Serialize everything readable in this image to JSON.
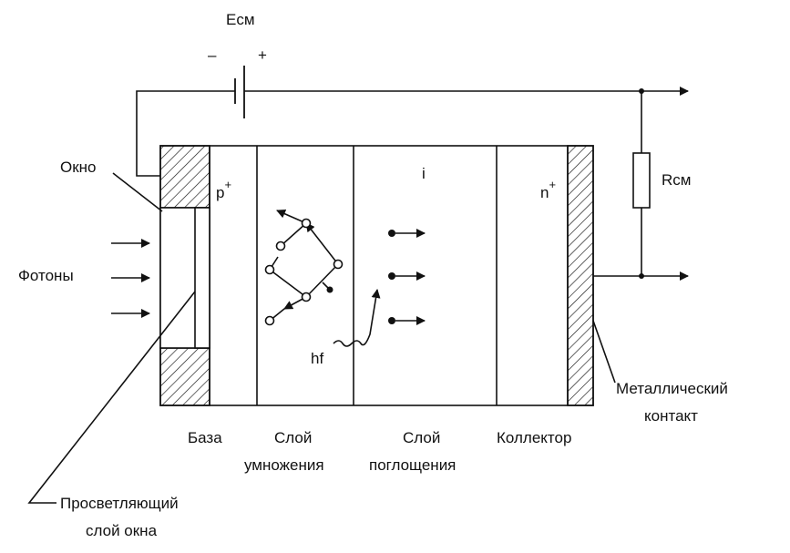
{
  "labels": {
    "e_cm": "Eсм",
    "minus": "–",
    "plus": "+",
    "okno": "Окно",
    "fotony": "Фотоны",
    "p_plus_base": "p",
    "p_plus_sup": "+",
    "i_region": "i",
    "n_plus_base": "n",
    "n_plus_sup": "+",
    "r_cm": "Rсм",
    "hf": "hf",
    "baza": "База",
    "sloy_umn_1": "Слой",
    "sloy_umn_2": "умножения",
    "sloy_pogl_1": "Слой",
    "sloy_pogl_2": "поглощения",
    "kollektor": "Коллектор",
    "metal_1": "Металлический",
    "metal_2": "контакт",
    "prosvet_1": "Просветляющий",
    "prosvet_2": "слой окна"
  },
  "colors": {
    "ink": "#111111",
    "background": "#ffffff"
  }
}
